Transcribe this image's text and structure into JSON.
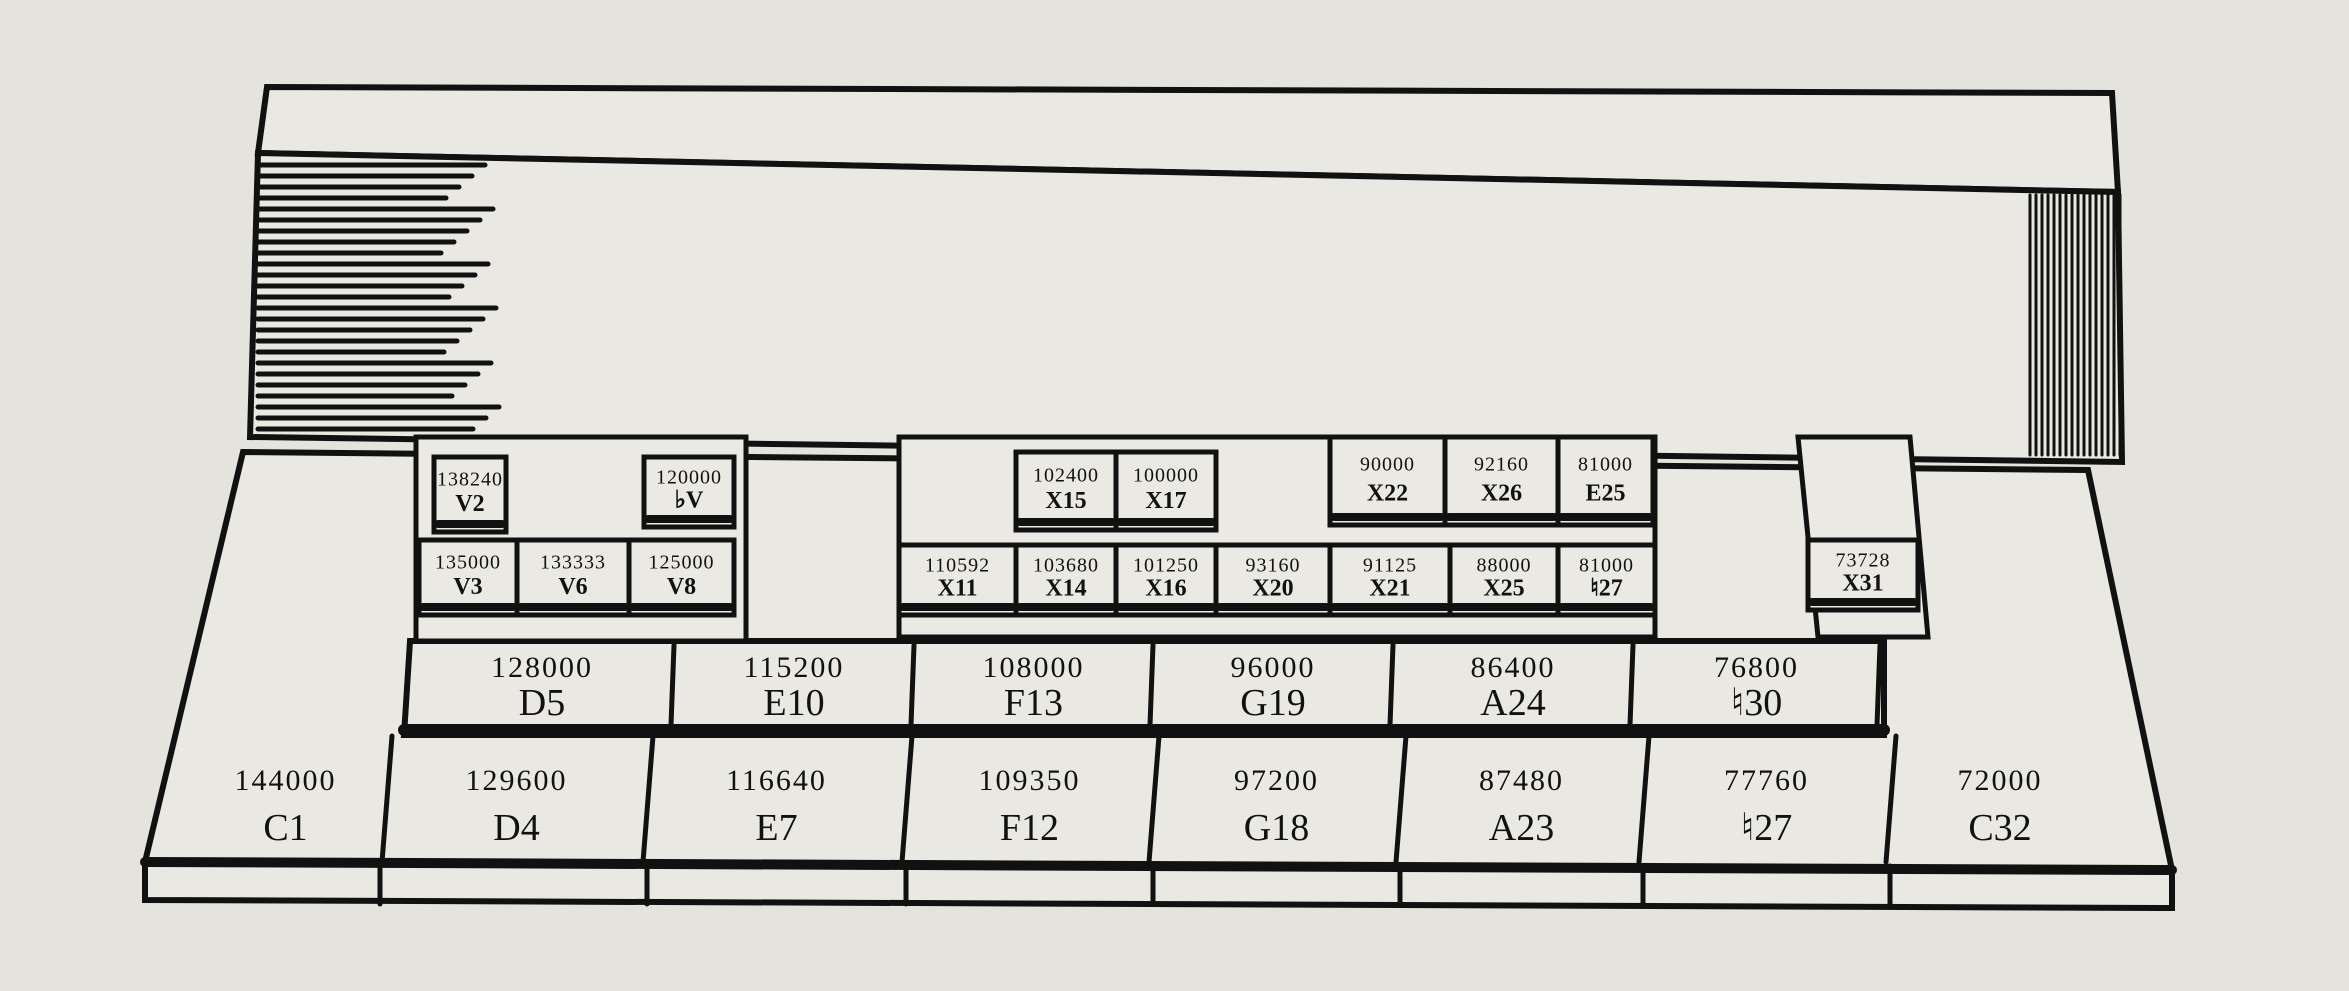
{
  "colors": {
    "ink": "#111111",
    "paper": "#e4e3dd"
  },
  "lower_keys": [
    {
      "value": "144000",
      "name": "C1"
    },
    {
      "value": "129600",
      "name": "D4"
    },
    {
      "value": "116640",
      "name": "E7"
    },
    {
      "value": "109350",
      "name": "F12"
    },
    {
      "value": "97200",
      "name": "G18"
    },
    {
      "value": "87480",
      "name": "A23"
    },
    {
      "value": "77760",
      "name": "♮27"
    },
    {
      "value": "72000",
      "name": "C32"
    }
  ],
  "upper_keys": [
    {
      "value": "128000",
      "name": "D5"
    },
    {
      "value": "115200",
      "name": "E10"
    },
    {
      "value": "108000",
      "name": "F13"
    },
    {
      "value": "96000",
      "name": "G19"
    },
    {
      "value": "86400",
      "name": "A24"
    },
    {
      "value": "76800",
      "name": "♮30"
    }
  ],
  "raised_keys": [
    {
      "value": "138240",
      "name": "V2"
    },
    {
      "value": "120000",
      "name": "♭V"
    },
    {
      "value": "135000",
      "name": "V3"
    },
    {
      "value": "133333",
      "name": "V6"
    },
    {
      "value": "125000",
      "name": "V8"
    },
    {
      "value": "102400",
      "name": "X15"
    },
    {
      "value": "100000",
      "name": "X17"
    },
    {
      "value": "90000",
      "name": "X22"
    },
    {
      "value": "92160",
      "name": "X26"
    },
    {
      "value": "81000",
      "name": "E25"
    },
    {
      "value": "110592",
      "name": "X11"
    },
    {
      "value": "103680",
      "name": "X14"
    },
    {
      "value": "101250",
      "name": "X16"
    },
    {
      "value": "93160",
      "name": "X20"
    },
    {
      "value": "91125",
      "name": "X21"
    },
    {
      "value": "88000",
      "name": "X25"
    },
    {
      "value": "81000",
      "name": "♮27"
    },
    {
      "value": "73728",
      "name": "X31"
    }
  ]
}
